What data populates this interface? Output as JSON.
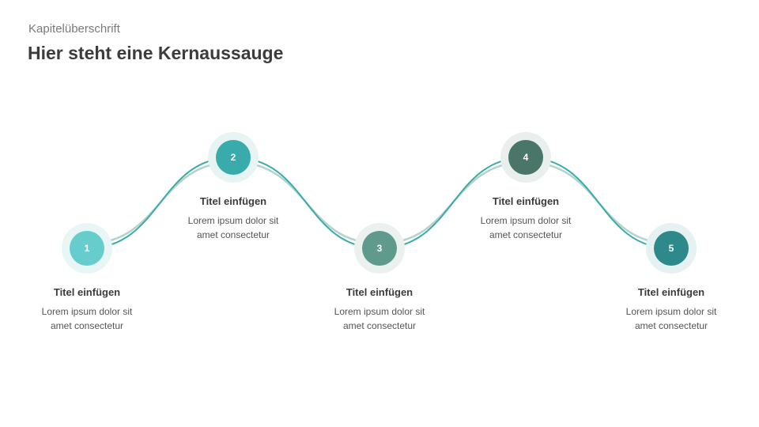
{
  "header": {
    "kicker": "Kapitelüberschrift",
    "title": "Hier steht eine Kernaussauge"
  },
  "steps": [
    {
      "number": "1",
      "title": "Titel einfügen",
      "line1": "Lorem ipsum dolor sit",
      "line2": "amet consectetur",
      "color": "#66cccc"
    },
    {
      "number": "2",
      "title": "Titel einfügen",
      "line1": "Lorem ipsum dolor sit",
      "line2": "amet consectetur",
      "color": "#3aabab"
    },
    {
      "number": "3",
      "title": "Titel einfügen",
      "line1": "Lorem ipsum dolor sit",
      "line2": "amet consectetur",
      "color": "#5f9a8c"
    },
    {
      "number": "4",
      "title": "Titel einfügen",
      "line1": "Lorem ipsum dolor sit",
      "line2": "amet consectetur",
      "color": "#4a7569"
    },
    {
      "number": "5",
      "title": "Titel einfügen",
      "line1": "Lorem ipsum dolor sit",
      "line2": "amet consectetur",
      "color": "#2e8a8a"
    }
  ]
}
